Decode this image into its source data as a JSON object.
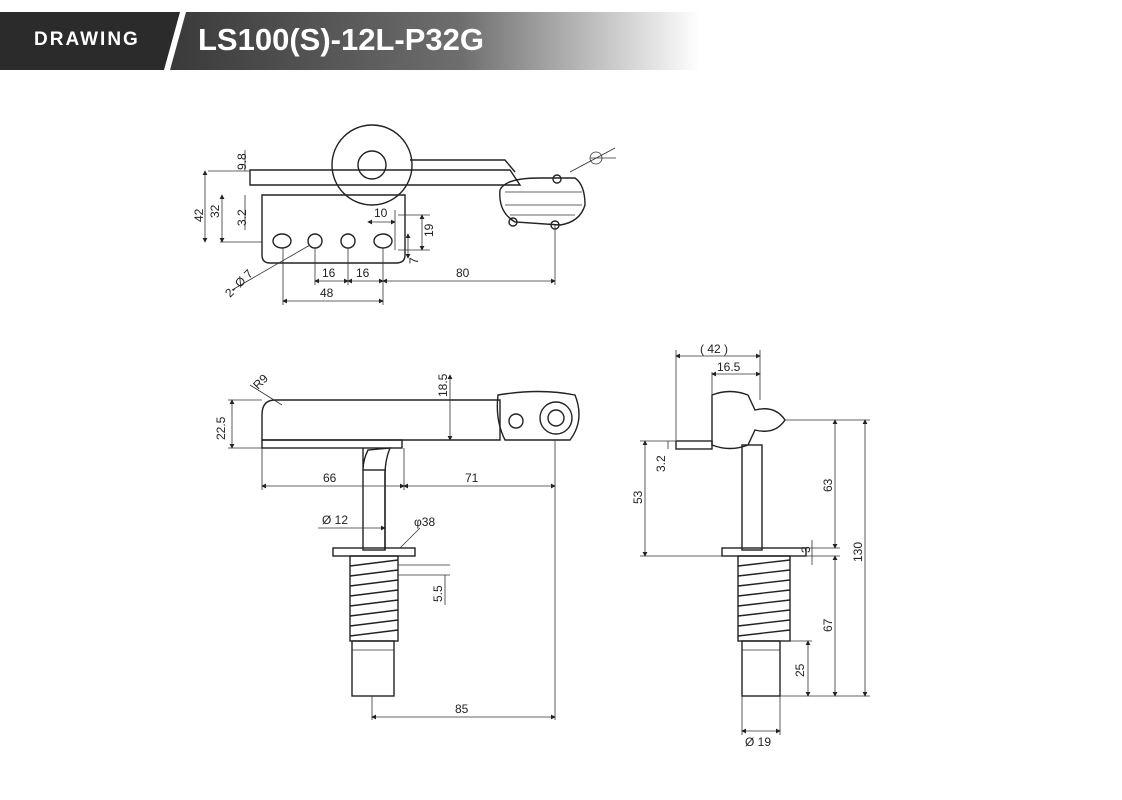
{
  "header": {
    "label": "DRAWING",
    "model": "LS100(S)-12L-P32G"
  },
  "top_view": {
    "dims": {
      "d9_8": "9.8",
      "d42": "42",
      "d32": "32",
      "d3_2": "3.2",
      "d10": "10",
      "d19": "19",
      "d7": "7",
      "hole": "2- Ø 7",
      "d16a": "16",
      "d16b": "16",
      "d80": "80",
      "d48": "48"
    }
  },
  "front_view": {
    "dims": {
      "r9": "R9",
      "d18_5": "18.5",
      "d22_5": "22.5",
      "d66": "66",
      "d71": "71",
      "dia12": "Ø 12",
      "dia38": "φ38",
      "d5_5": "5.5",
      "d85": "85"
    }
  },
  "side_view": {
    "dims": {
      "d42p": "( 42 )",
      "d16_5": "16.5",
      "d3_2": "3.2",
      "d53": "53",
      "d63": "63",
      "d3": "3",
      "d130": "130",
      "d67": "67",
      "d25": "25",
      "dia19": "Ø 19"
    }
  }
}
